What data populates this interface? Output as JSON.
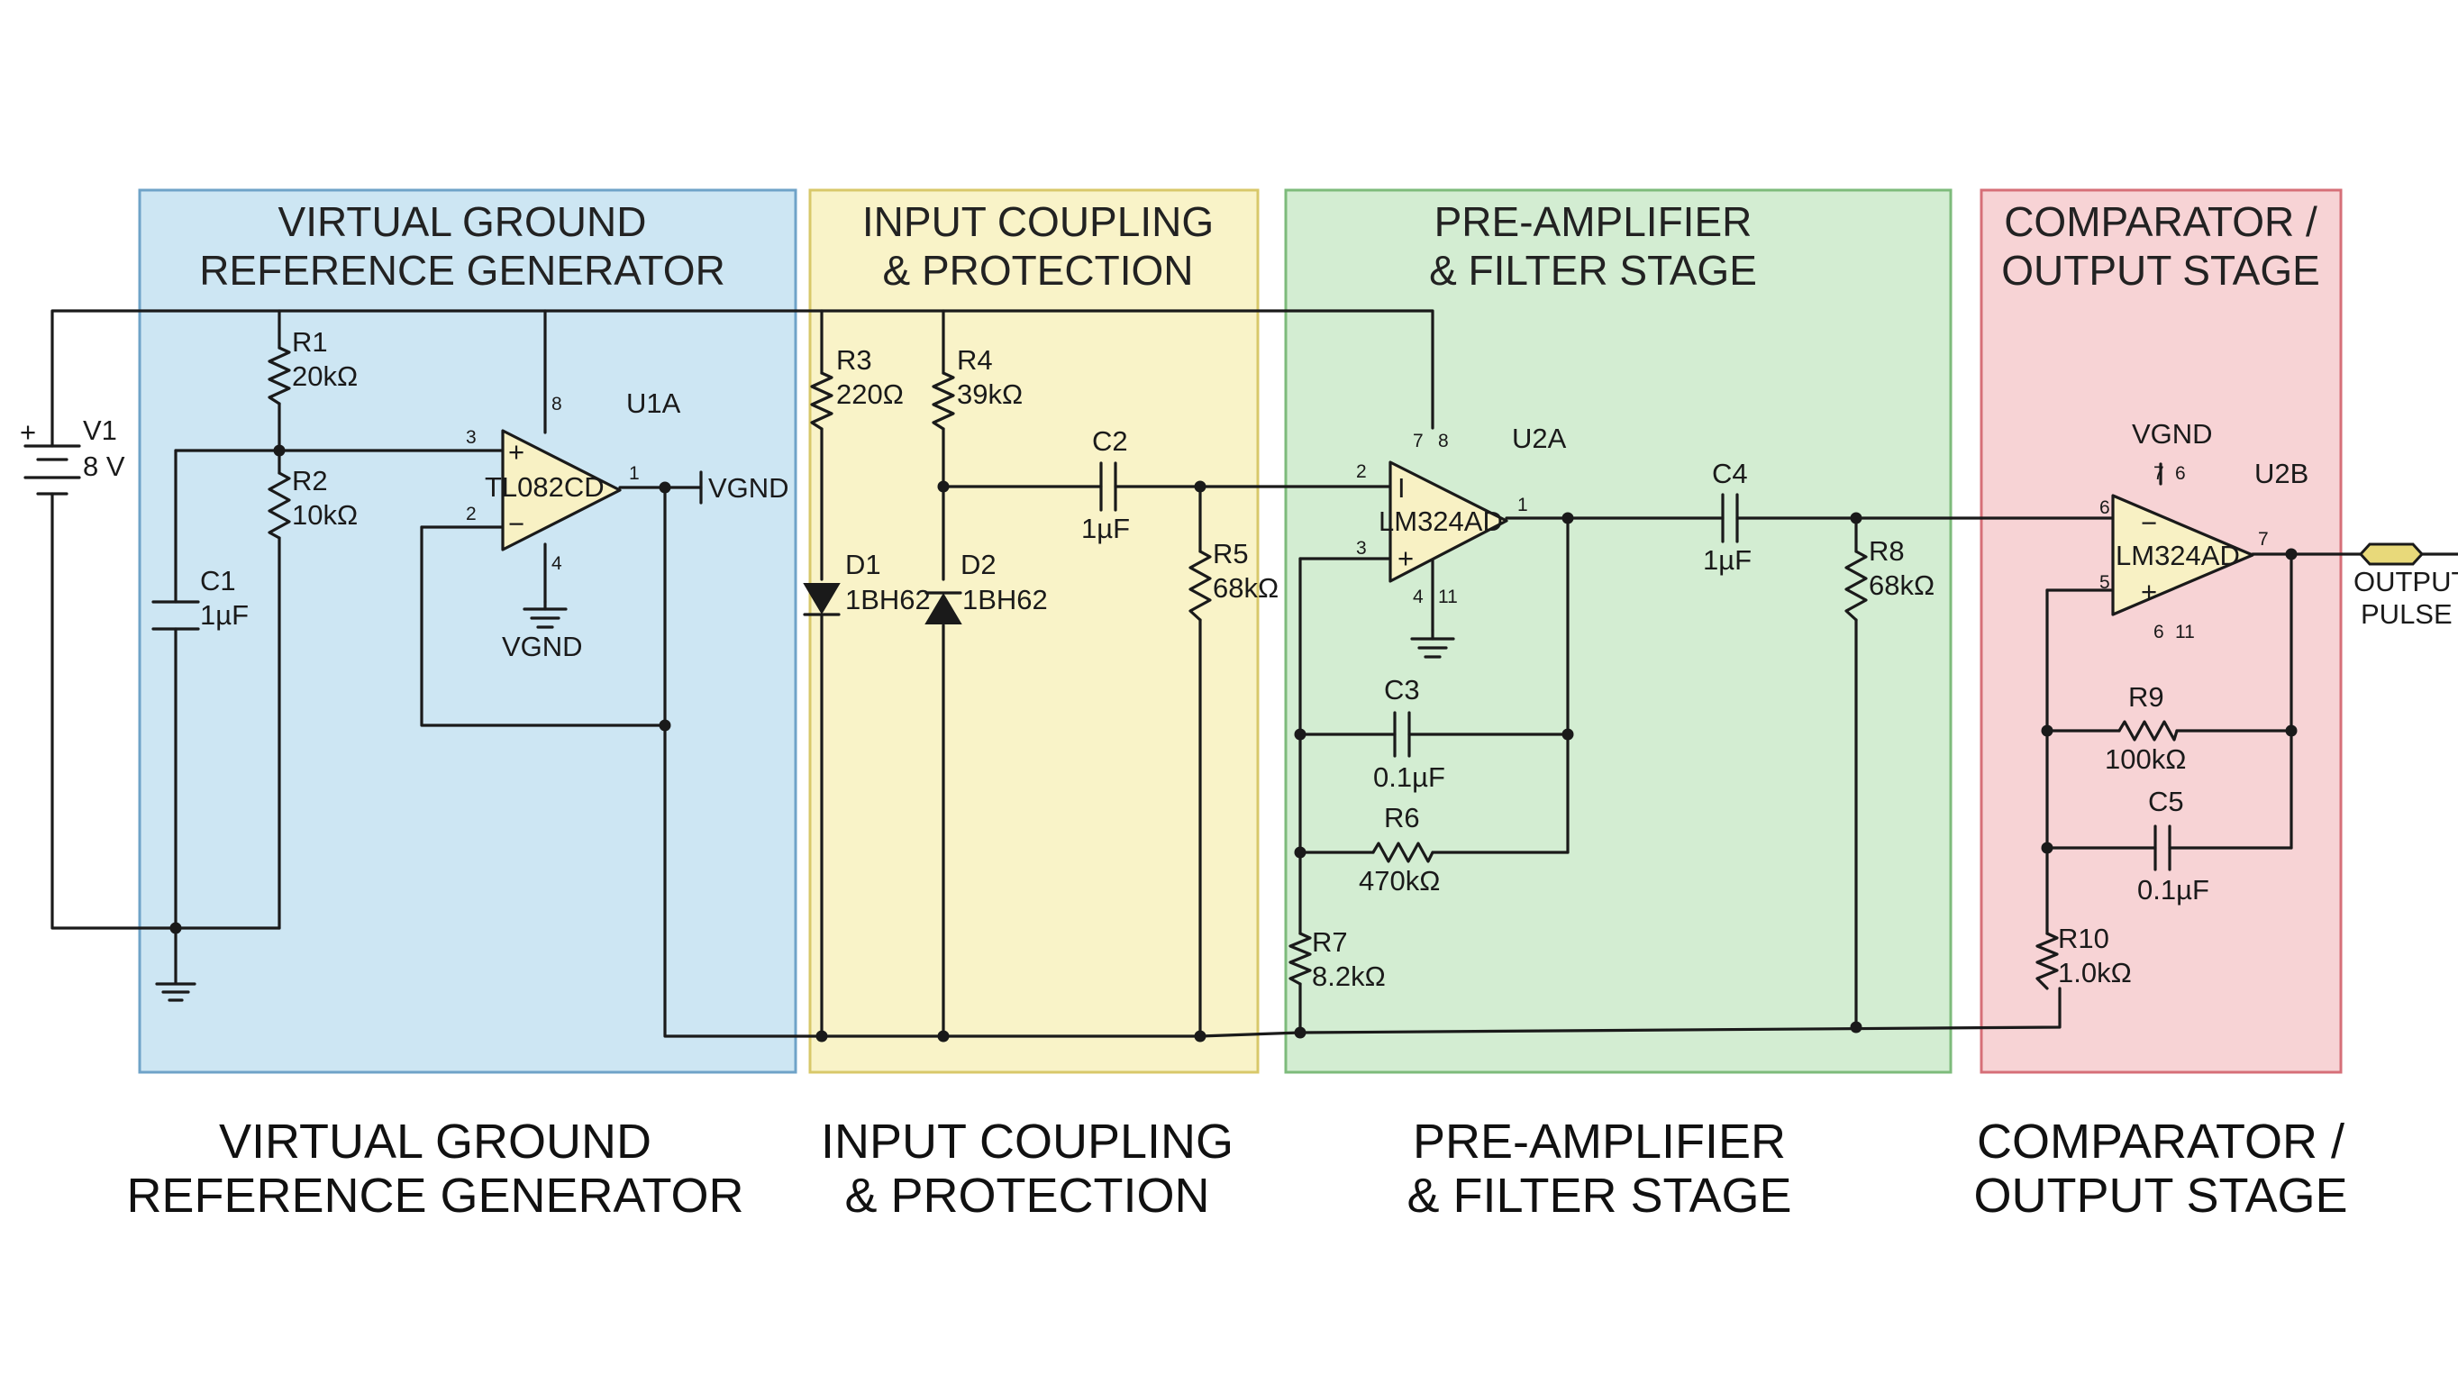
{
  "sections": [
    {
      "id": "vgnd",
      "title_line1": "VIRTUAL GROUND",
      "title_line2": "REFERENCE GENERATOR",
      "color": "#cde6f3",
      "border": "#6fa3c8"
    },
    {
      "id": "input",
      "title_line1": "INPUT COUPLING",
      "title_line2": "& PROTECTION",
      "color": "#f9f3c8",
      "border": "#d8c86a"
    },
    {
      "id": "preamp",
      "title_line1": "PRE-AMPLIFIER",
      "title_line2": "& FILTER STAGE",
      "color": "#d3edd2",
      "border": "#7dbb7b"
    },
    {
      "id": "comparator",
      "title_line1": "COMPARATOR /",
      "title_line2": "OUTPUT STAGE",
      "color": "#f7d3d5",
      "border": "#d66f78"
    }
  ],
  "components": {
    "v1": {
      "ref": "V1",
      "value": "8 V",
      "plus": "+"
    },
    "r1": {
      "ref": "R1",
      "value": "20kΩ"
    },
    "r2": {
      "ref": "R2",
      "value": "10kΩ"
    },
    "c1": {
      "ref": "C1",
      "value": "1µF"
    },
    "u1a": {
      "ref": "U1A",
      "part": "TL082CD",
      "pin_plus": "3",
      "pin_minus": "2",
      "pin_out": "1",
      "pin_vcc": "8",
      "pin_vee": "4",
      "sym_plus": "+",
      "sym_minus": "−",
      "gnd_label": "VGND",
      "out_label": "VGND"
    },
    "r3": {
      "ref": "R3",
      "value": "220Ω"
    },
    "r4": {
      "ref": "R4",
      "value": "39kΩ"
    },
    "d1": {
      "ref": "D1",
      "value": "1BH62"
    },
    "d2": {
      "ref": "D2",
      "value": "1BH62"
    },
    "c2": {
      "ref": "C2",
      "value": "1µF"
    },
    "r5": {
      "ref": "R5",
      "value": "68kΩ"
    },
    "u2a": {
      "ref": "U2A",
      "part": "LM324AD",
      "pin_minus": "2",
      "pin_plus": "3",
      "pin_out": "1",
      "pin_v1": "7",
      "pin_v2": "8",
      "pin_v3": "4",
      "pin_v4": "11",
      "sym_minus": "I",
      "sym_plus": "+"
    },
    "c3": {
      "ref": "C3",
      "value": "0.1µF"
    },
    "r6": {
      "ref": "R6",
      "value": "470kΩ"
    },
    "r7": {
      "ref": "R7",
      "value": "8.2kΩ"
    },
    "c4": {
      "ref": "C4",
      "value": "1µF"
    },
    "r8": {
      "ref": "R8",
      "value": "68kΩ"
    },
    "u2b": {
      "ref": "U2B",
      "part": "LM324AD",
      "pin_minus": "6",
      "pin_plus": "5",
      "pin_out": "7",
      "pin_v1": "7",
      "pin_v2": "6",
      "pin_v3": "6",
      "pin_v4": "11",
      "sym_minus": "−",
      "sym_plus": "+",
      "top_label": "VGND"
    },
    "r9": {
      "ref": "R9",
      "value": "100kΩ"
    },
    "c5": {
      "ref": "C5",
      "value": "0.1µF"
    },
    "r10": {
      "ref": "R10",
      "value": "1.0kΩ"
    },
    "output": {
      "line1": "OUTPUT",
      "line2": "PULSE"
    }
  },
  "colors": {
    "wire": "#1a1a1a",
    "opamp_fill": "#f8f1c4"
  }
}
